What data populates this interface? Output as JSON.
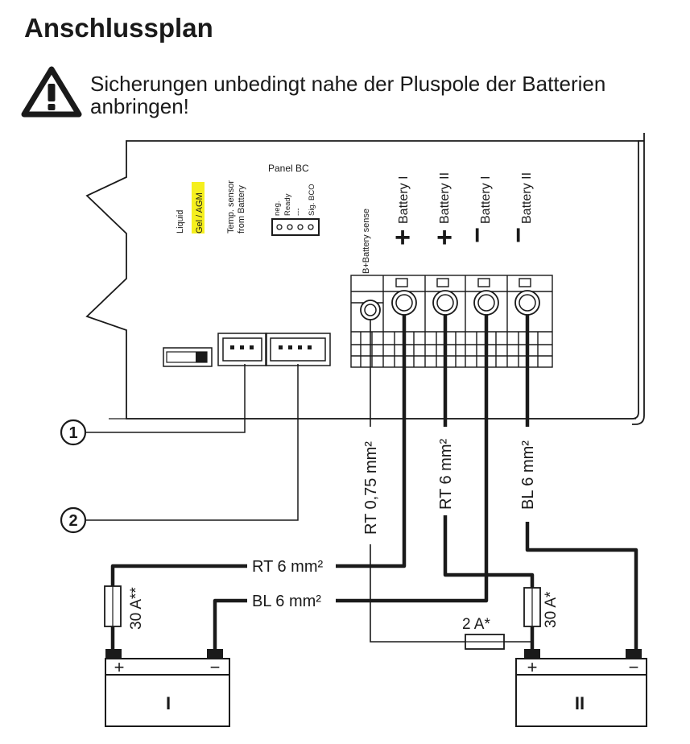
{
  "title": "Anschlussplan",
  "warning": {
    "icon": "warning-triangle-icon",
    "text": "Sicherungen unbedingt nahe der Pluspole der Batterien anbringen!"
  },
  "panel": {
    "liquid_label": "Liquid",
    "gel_agm_label": "Gel / AGM",
    "temp_label_1": "Temp. sensor",
    "temp_label_2": "from Battery",
    "panel_bc_label": "Panel BC",
    "pin_labels": [
      "neg.",
      "Ready",
      "---",
      "Sig. BCO"
    ],
    "sense_label": "B+Battery sense",
    "terminals": [
      {
        "name": "Battery I",
        "polarity": "+"
      },
      {
        "name": "Battery II",
        "polarity": "+"
      },
      {
        "name": "Battery I",
        "polarity": "−"
      },
      {
        "name": "Battery II",
        "polarity": "−"
      }
    ]
  },
  "callouts": [
    "1",
    "2"
  ],
  "cables": {
    "sense": "RT 0,75 mm²",
    "plus2": "RT 6 mm²",
    "minus2": "BL 6 mm²",
    "plus1": "RT 6 mm²",
    "minus1": "BL 6 mm²"
  },
  "fuses": {
    "battery1": "30 A**",
    "battery2": "30 A*",
    "sense": "2 A*"
  },
  "batteries": [
    {
      "name": "I",
      "plus": "+",
      "minus": "−"
    },
    {
      "name": "II",
      "plus": "+",
      "minus": "−"
    }
  ],
  "colors": {
    "highlight": "#f5ef1e",
    "ink": "#1a1a1a"
  }
}
